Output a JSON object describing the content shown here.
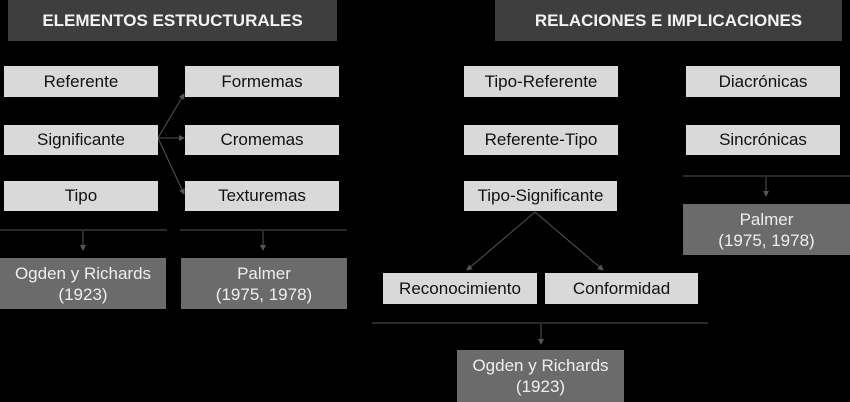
{
  "left": {
    "title": "ELEMENTOS ESTRUCTURALES",
    "col1": [
      "Referente",
      "Significante",
      "Tipo"
    ],
    "col2": [
      "Formemas",
      "Cromemas",
      "Texturemas"
    ],
    "ref1": {
      "line1": "Ogden y Richards",
      "line2": "(1923)"
    },
    "ref2": {
      "line1": "Palmer",
      "line2": "(1975, 1978)"
    }
  },
  "right": {
    "title": "RELACIONES E IMPLICACIONES",
    "col1": [
      "Tipo-Referente",
      "Referente-Tipo",
      "Tipo-Significante"
    ],
    "col2": [
      "Diacrónicas",
      "Sincrónicas"
    ],
    "sub": [
      "Reconocimiento",
      "Conformidad"
    ],
    "ref1": {
      "line1": "Palmer",
      "line2": "(1975, 1978)"
    },
    "ref2": {
      "line1": "Ogden y Richards",
      "line2": "(1923)"
    }
  },
  "colors": {
    "header": "#3e3e3e",
    "box": "#d9d9d9",
    "reference": "#6b6b6b"
  }
}
